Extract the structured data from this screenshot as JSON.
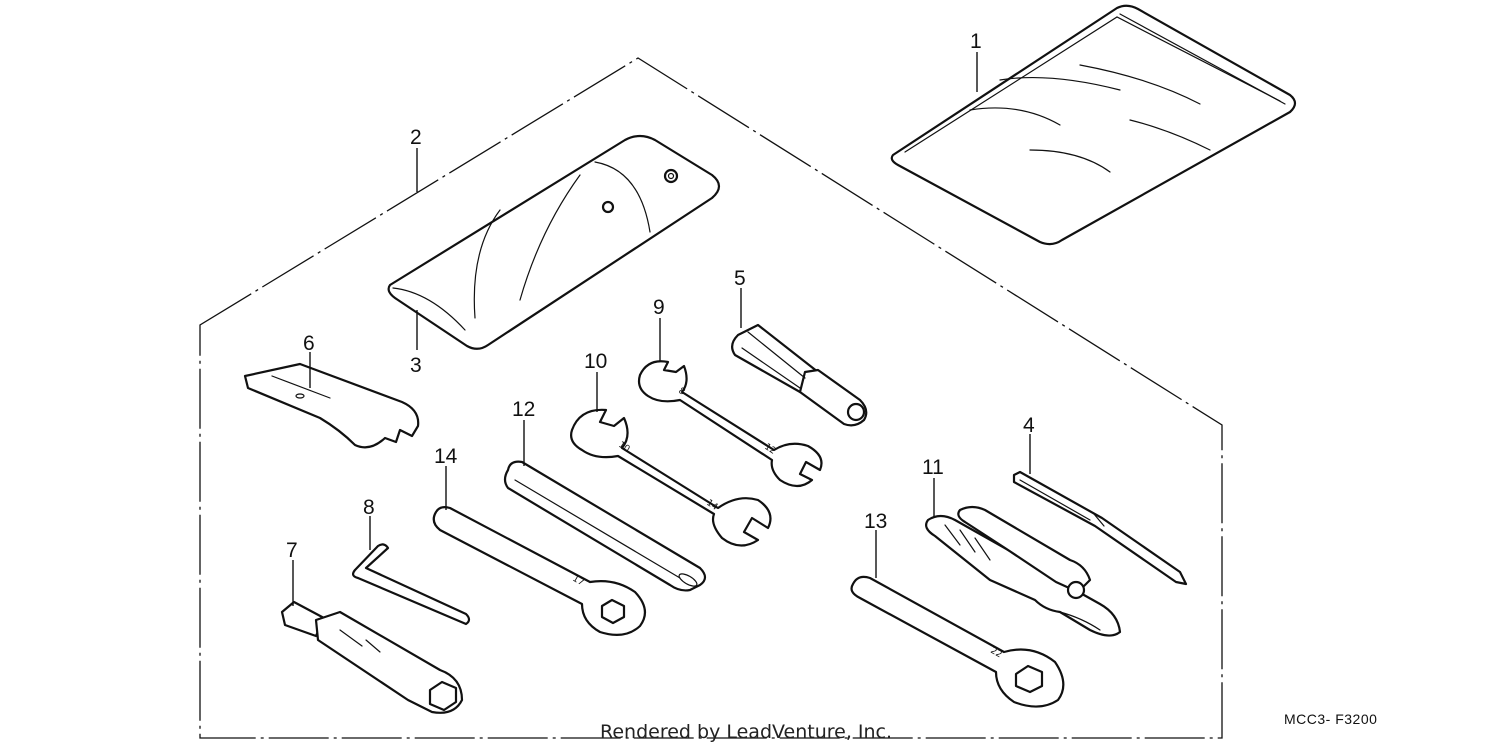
{
  "diagram": {
    "callouts": [
      "1",
      "2",
      "3",
      "4",
      "5",
      "6",
      "7",
      "8",
      "9",
      "10",
      "11",
      "12",
      "13",
      "14"
    ],
    "part_code": "MCC3- F3200",
    "credit": "Rendered by LeadVenture, Inc.",
    "wrench_sizes": {
      "w9_a": "8",
      "w9_b": "12",
      "w10_a": "10",
      "w10_b": "14",
      "w14": "17",
      "w13": "22"
    }
  }
}
